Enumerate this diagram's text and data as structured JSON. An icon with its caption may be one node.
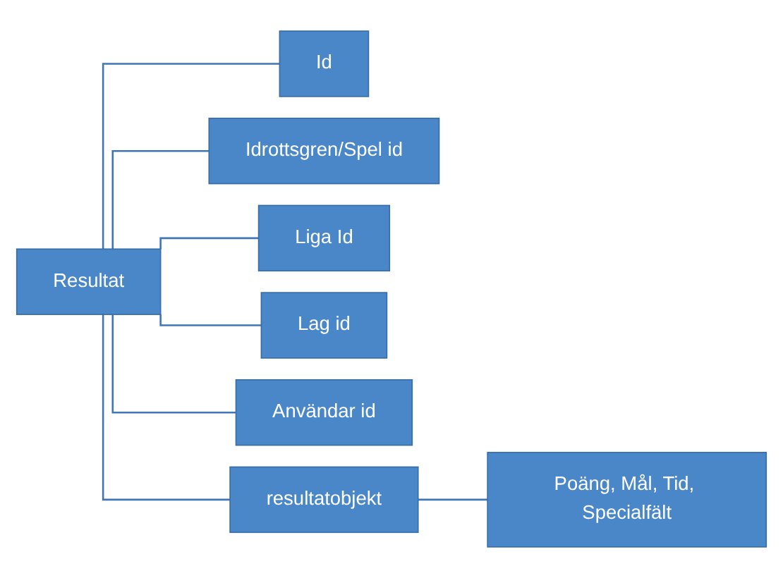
{
  "diagram": {
    "nodes": [
      {
        "text": [
          "Resultat"
        ]
      },
      {
        "text": [
          "Id"
        ]
      },
      {
        "text": [
          "Idrottsgren/Spel id"
        ]
      },
      {
        "text": [
          "Liga Id"
        ]
      },
      {
        "text": [
          "Lag id"
        ]
      },
      {
        "text": [
          "Användar id"
        ]
      },
      {
        "text": [
          "resultatobjekt"
        ]
      },
      {
        "text": [
          "Poäng, Mål, Tid, Specialfält"
        ]
      }
    ],
    "edges": [
      {
        "from": 0,
        "to": 1,
        "arrow": "none"
      },
      {
        "from": 0,
        "to": 2,
        "arrow": "none"
      },
      {
        "from": 0,
        "to": 3,
        "arrow": "none"
      },
      {
        "from": 0,
        "to": 4,
        "arrow": "none"
      },
      {
        "from": 0,
        "to": 5,
        "arrow": "none"
      },
      {
        "from": 0,
        "to": 6,
        "arrow": "none"
      },
      {
        "from": 6,
        "to": 7,
        "arrow": "none"
      }
    ]
  }
}
